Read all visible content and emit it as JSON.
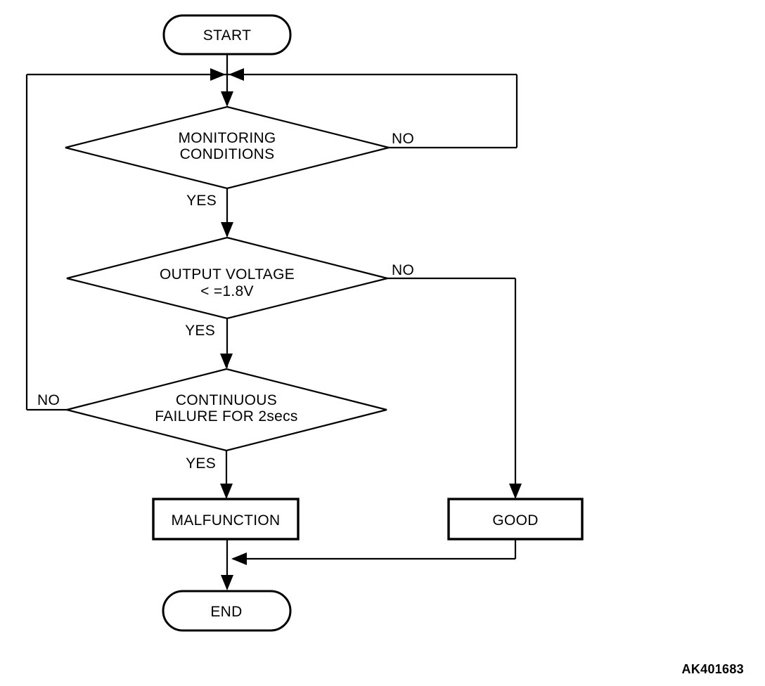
{
  "figure": {
    "code": "AK401683",
    "background": "#ffffff",
    "line_color": "#000000"
  },
  "nodes": {
    "start": {
      "type": "terminator",
      "label": "START"
    },
    "monitoring": {
      "type": "decision",
      "line1": "MONITORING",
      "line2": "CONDITIONS"
    },
    "voltage": {
      "type": "decision",
      "line1": "OUTPUT VOLTAGE",
      "line2": "< =1.8V"
    },
    "continuous": {
      "type": "decision",
      "line1": "CONTINUOUS",
      "line2": "FAILURE FOR 2secs"
    },
    "malfunction": {
      "type": "process",
      "label": "MALFUNCTION"
    },
    "good": {
      "type": "process",
      "label": "GOOD"
    },
    "end": {
      "type": "terminator",
      "label": "END"
    }
  },
  "edges": {
    "monitoring_yes": "YES",
    "monitoring_no": "NO",
    "voltage_yes": "YES",
    "voltage_no": "NO",
    "continuous_yes": "YES",
    "continuous_no": "NO"
  }
}
